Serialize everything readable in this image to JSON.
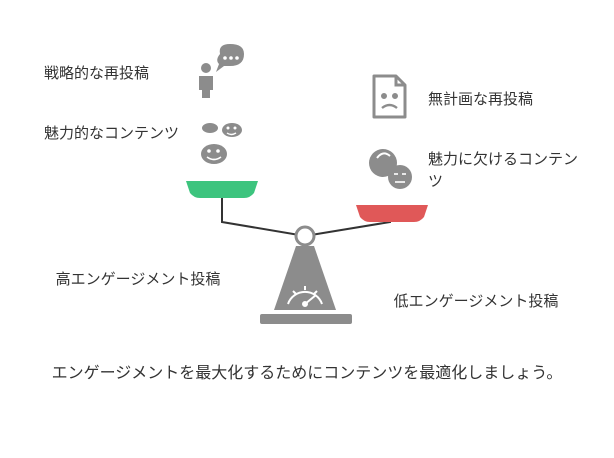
{
  "left_pan": {
    "top_item": "戦略的な再投稿",
    "bottom_item": "魅力的なコンテンツ",
    "weight_label": "高エンゲージメント投稿",
    "color": "#3DC47E"
  },
  "right_pan": {
    "top_item": "無計画な再投稿",
    "bottom_item": "魅力に欠けるコンテンツ",
    "weight_label": "低エンゲージメント投稿",
    "color": "#E05858"
  },
  "footer": "エンゲージメントを最大化するためにコンテンツを最適化しましょう。",
  "icons": {
    "strategic": "person-with-speech-bubble-icon",
    "attractive": "happy-faces-icon",
    "unplanned": "sad-document-icon",
    "unattractive": "bored-faces-icon",
    "scale": "scale-gauge-icon"
  },
  "colors": {
    "scale_gray": "#8C8C8C",
    "text": "#333333"
  }
}
